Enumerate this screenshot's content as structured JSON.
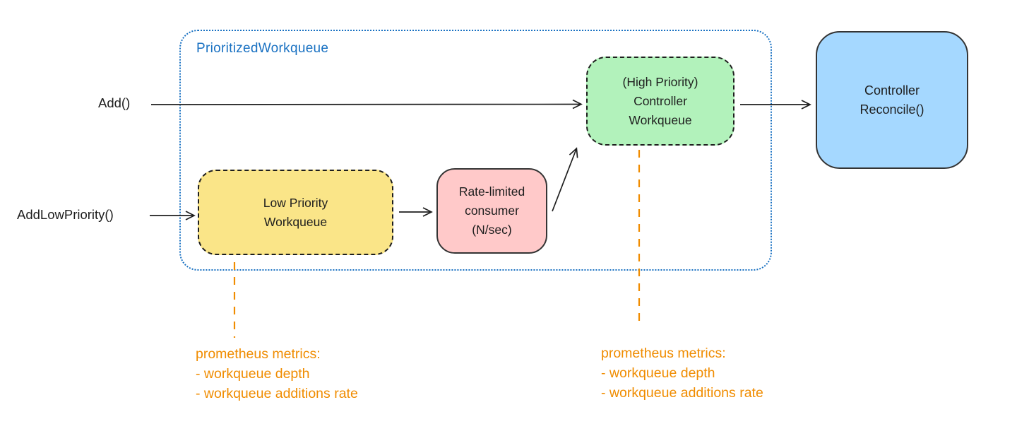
{
  "diagram": {
    "container_label": "PrioritizedWorkqueue",
    "labels": {
      "add": "Add()",
      "add_low_priority": "AddLowPriority()"
    },
    "nodes": {
      "high_priority": {
        "lines": [
          "(High Priority)",
          "Controller",
          "Workqueue"
        ]
      },
      "low_priority": {
        "lines": [
          "Low Priority",
          "Workqueue"
        ]
      },
      "rate_limited": {
        "lines": [
          "Rate-limited",
          "consumer",
          "(N/sec)"
        ]
      },
      "reconcile": {
        "lines": [
          "Controller",
          "Reconcile()"
        ]
      }
    },
    "metrics_left": {
      "title": "prometheus metrics:",
      "items": [
        "- workqueue depth",
        "- workqueue additions rate"
      ]
    },
    "metrics_right": {
      "title": "prometheus metrics:",
      "items": [
        "- workqueue depth",
        "- workqueue additions rate"
      ]
    },
    "colors": {
      "container_stroke": "#1971c2",
      "node_stroke": "#1e1e1e",
      "high_priority_fill": "#b2f2bb",
      "low_priority_fill": "#fae588",
      "rate_limited_fill": "#ffc9c9",
      "reconcile_fill": "#a5d8ff",
      "metrics_color": "#f08c00"
    }
  }
}
